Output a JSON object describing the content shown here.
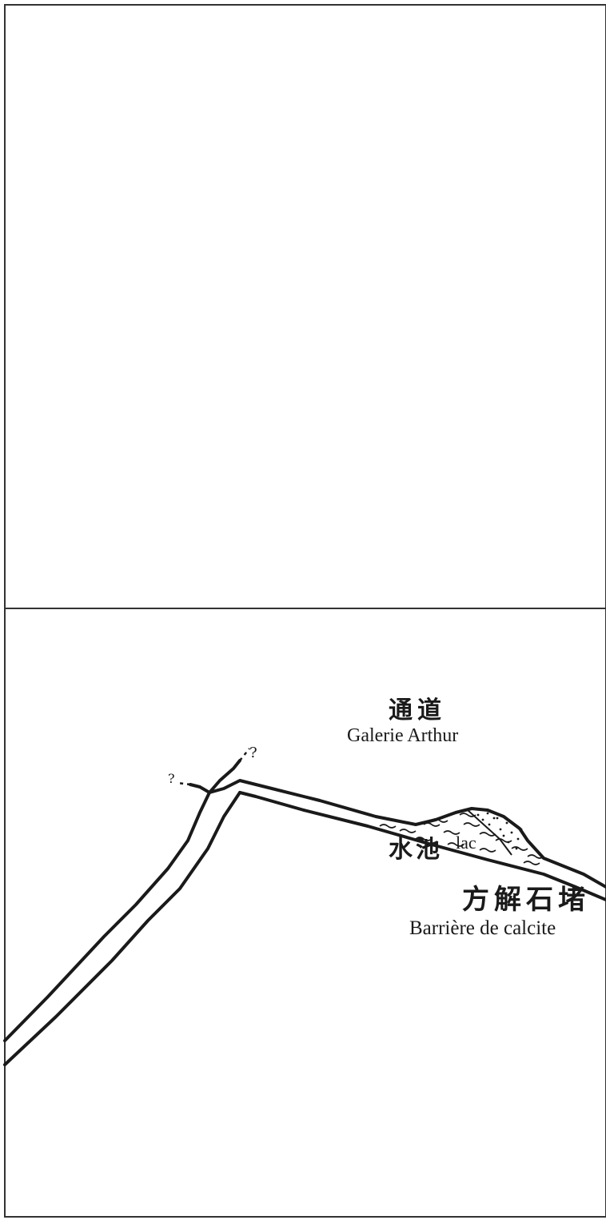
{
  "labels": {
    "galerie_cn": "通道",
    "galerie_fr": "Galerie Arthur",
    "lac_cn": "水池",
    "lac_fr": "lac",
    "barriere_cn": "方解石堵",
    "barriere_fr": "Barrière de calcite",
    "unknown_mark": "?"
  },
  "colors": {
    "ink": "#1a1a1a",
    "frame": "#333333"
  }
}
